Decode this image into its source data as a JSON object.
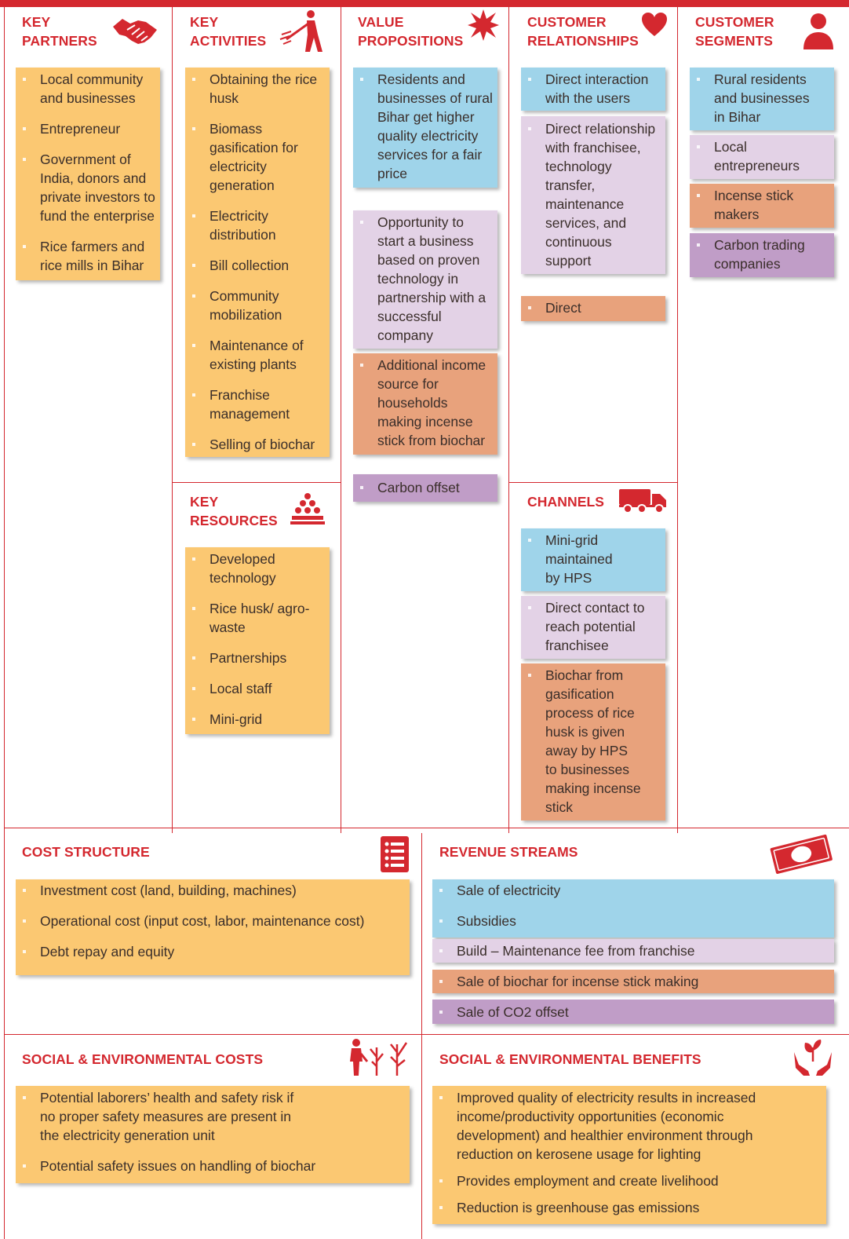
{
  "key_partners": {
    "title1": "KEY",
    "title2": "PARTNERS",
    "icon": "handshake-icon",
    "items": [
      "Local community and businesses",
      "Entrepreneur",
      "Government of India, donors and private investors to fund the enterprise",
      "Rice farmers and rice mills in Bihar"
    ]
  },
  "key_activities": {
    "title1": "KEY",
    "title2": "ACTIVITIES",
    "icon": "worker-icon",
    "items": [
      "Obtaining the rice husk",
      "Biomass gasification for electricity generation",
      "Electricity distribution",
      "Bill collection",
      "Community mobilization",
      "Maintenance of existing plants",
      "Franchise management",
      "Selling of biochar"
    ]
  },
  "key_resources": {
    "title1": "KEY",
    "title2": "RESOURCES",
    "icon": "resources-pile-icon",
    "items": [
      "Developed technology",
      "Rice husk/ agro-waste",
      "Partnerships",
      "Local staff",
      "Mini-grid"
    ]
  },
  "value_propositions": {
    "title1": "VALUE",
    "title2": "PROPOSITIONS",
    "icon": "starburst-icon",
    "cards": [
      {
        "color": "#9fd4ea",
        "text": "Residents and businesses of rural Bihar get higher quality electricity services for a fair price"
      },
      {
        "color": "#e3d2e6",
        "text": "Opportunity to start a business based on proven technology in partnership with a successful company"
      },
      {
        "color": "#e8a27c",
        "text": "Additional income source for households making incense stick from biochar"
      },
      {
        "color": "#c09dc7",
        "text": "Carbon offset"
      }
    ]
  },
  "customer_relationships": {
    "title1": "CUSTOMER",
    "title2": "RELATIONSHIPS",
    "icon": "heart-icon",
    "cards": [
      {
        "color": "#9fd4ea",
        "text": "Direct interaction with the users"
      },
      {
        "color": "#e3d2e6",
        "text": "Direct relationship with franchisee, technology transfer, maintenance services, and continuous support"
      },
      {
        "color": "#e8a27c",
        "text": "Direct"
      }
    ]
  },
  "channels": {
    "title": "CHANNELS",
    "icon": "truck-icon",
    "cards": [
      {
        "color": "#9fd4ea",
        "text": "Mini-grid maintained by HPS"
      },
      {
        "color": "#e3d2e6",
        "text": "Direct contact to reach potential franchisee"
      },
      {
        "color": "#e8a27c",
        "text": "Biochar from gasification process of rice husk is given away by HPS to businesses making incense stick"
      }
    ]
  },
  "customer_segments": {
    "title1": "CUSTOMER",
    "title2": "SEGMENTS",
    "icon": "person-icon",
    "cards": [
      {
        "color": "#9fd4ea",
        "text": "Rural residents and businesses in Bihar"
      },
      {
        "color": "#e3d2e6",
        "text": "Local entrepreneurs"
      },
      {
        "color": "#e8a27c",
        "text": "Incense stick makers"
      },
      {
        "color": "#c09dc7",
        "text": "Carbon trading companies"
      }
    ]
  },
  "cost_structure": {
    "title": "COST STRUCTURE",
    "icon": "list-icon",
    "items": [
      "Investment cost (land, building, machines)",
      "Operational cost (input cost, labor, maintenance cost)",
      "Debt repay and equity"
    ]
  },
  "revenue_streams": {
    "title": "REVENUE STREAMS",
    "icon": "banknote-icon",
    "items": [
      {
        "color": "#9fd4ea",
        "text": "Sale of electricity"
      },
      {
        "color": "#9fd4ea",
        "text": "Subsidies"
      },
      {
        "color": "#e3d2e6",
        "text": "Build – Maintenance fee from franchise"
      },
      {
        "color": "#e8a27c",
        "text": "Sale of biochar for incense stick making"
      },
      {
        "color": "#c09dc7",
        "text": "Sale of CO2 offset"
      }
    ]
  },
  "social_costs": {
    "title": "SOCIAL & ENVIRONMENTAL COSTS",
    "icon": "person-dead-trees-icon",
    "items": [
      "Potential laborers’ health and safety risk if no proper safety measures are present in the electricity generation unit",
      "Potential safety issues on handling of biochar"
    ]
  },
  "social_benefits": {
    "title": "SOCIAL & ENVIRONMENTAL BENEFITS",
    "icon": "hands-plant-icon",
    "items": [
      "Improved quality of electricity results in increased income/productivity opportunities (economic development) and healthier environment through reduction on kerosene usage for lighting",
      "Provides employment and create livelihood",
      "Reduction is greenhouse gas emissions"
    ]
  },
  "colors": {
    "accent": "#d4282f",
    "orange": "#fbc872",
    "blue": "#9fd4ea",
    "lilac": "#e3d2e6",
    "salmon": "#e8a27c",
    "purple": "#c09dc7"
  }
}
